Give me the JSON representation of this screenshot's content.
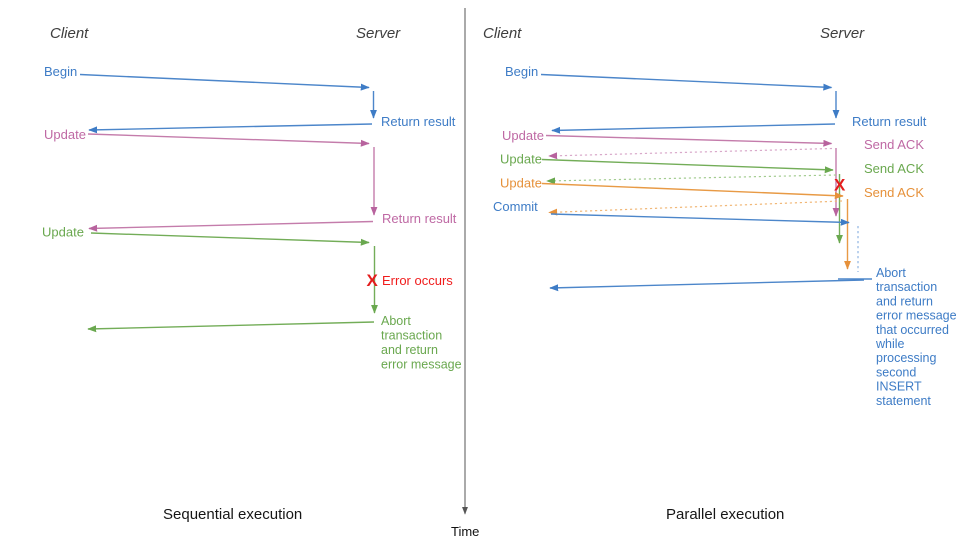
{
  "time_label": "Time",
  "colors": {
    "blue": "#3e7cc6",
    "pink": "#bf69a4",
    "green": "#6aa84f",
    "orange": "#e6913a",
    "red": "#f01c1c",
    "axis": "#555555",
    "title": "#3e3e3e",
    "caption": "#161616"
  },
  "left": {
    "caption": "Sequential execution",
    "client_label": "Client",
    "server_label": "Server",
    "begin_label": "Begin",
    "return_result_1": "Return result",
    "update_1_label": "Update",
    "return_result_2": "Return result",
    "update_2_label": "Update",
    "error_mark": "X",
    "error_label": "Error occurs",
    "abort_lines": [
      "Abort",
      "transaction",
      "and return",
      "error message"
    ]
  },
  "right": {
    "caption": "Parallel execution",
    "client_label": "Client",
    "server_label": "Server",
    "begin_label": "Begin",
    "return_result": "Return result",
    "update_1_label": "Update",
    "send_ack_1": "Send ACK",
    "update_2_label": "Update",
    "send_ack_2": "Send ACK",
    "update_3_label": "Update",
    "send_ack_3": "Send ACK",
    "commit_label": "Commit",
    "error_mark": "X",
    "abort_lines": [
      "Abort",
      "transaction",
      "and return",
      "error message",
      "that occurred",
      "while",
      "processing",
      "second",
      "INSERT",
      "statement"
    ]
  }
}
